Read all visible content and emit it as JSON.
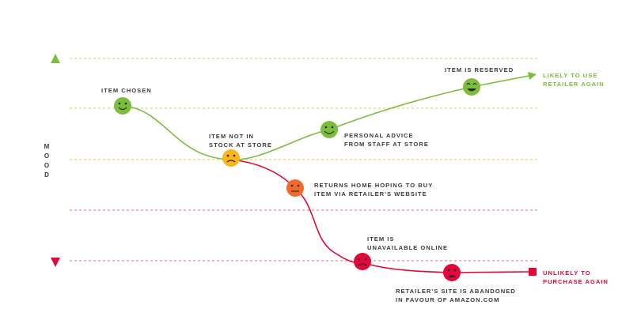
{
  "axis": {
    "label_letters": [
      "M",
      "O",
      "O",
      "D"
    ]
  },
  "colors": {
    "good": "#7cbd3c",
    "bad": "#e3073a",
    "neutral": "#f9b51b",
    "caution": "#f26a2a",
    "text": "#3a3a3a",
    "grid_good": "#c8d15a",
    "grid_neutral": "#f0c24a",
    "grid_bad": "#e86a7a"
  },
  "steps": [
    {
      "id": "item-chosen",
      "lines": [
        "ITEM CHOSEN"
      ],
      "mood": "smile",
      "color": "#7cbd3c"
    },
    {
      "id": "item-not-in-stock",
      "lines": [
        "ITEM NOT IN",
        "STOCK AT STORE"
      ],
      "mood": "frown-slight",
      "color": "#f9b51b"
    },
    {
      "id": "personal-advice",
      "lines": [
        "PERSONAL ADVICE",
        "FROM STAFF AT STORE"
      ],
      "mood": "smile",
      "color": "#7cbd3c"
    },
    {
      "id": "item-reserved",
      "lines": [
        "ITEM IS RESERVED"
      ],
      "mood": "happy",
      "color": "#7cbd3c"
    },
    {
      "id": "returns-home",
      "lines": [
        "RETURNS HOME HOPING TO BUY",
        "ITEM VIA RETAILER'S WEBSITE"
      ],
      "mood": "neutral",
      "color": "#f26a2a"
    },
    {
      "id": "item-unavailable",
      "lines": [
        "ITEM IS",
        "UNAVAILABLE ONLINE"
      ],
      "mood": "sad",
      "color": "#e3073a"
    },
    {
      "id": "site-abandoned",
      "lines": [
        "RETAILER'S SITE IS ABANDONED",
        "IN FAVOUR OF AMAZON.COM"
      ],
      "mood": "very-sad",
      "color": "#e3073a"
    }
  ],
  "outcomes": {
    "good": {
      "lines": [
        "LIKELY TO USE",
        "RETAILER AGAIN"
      ]
    },
    "bad": {
      "lines": [
        "UNLIKELY TO",
        "PURCHASE AGAIN"
      ]
    }
  }
}
